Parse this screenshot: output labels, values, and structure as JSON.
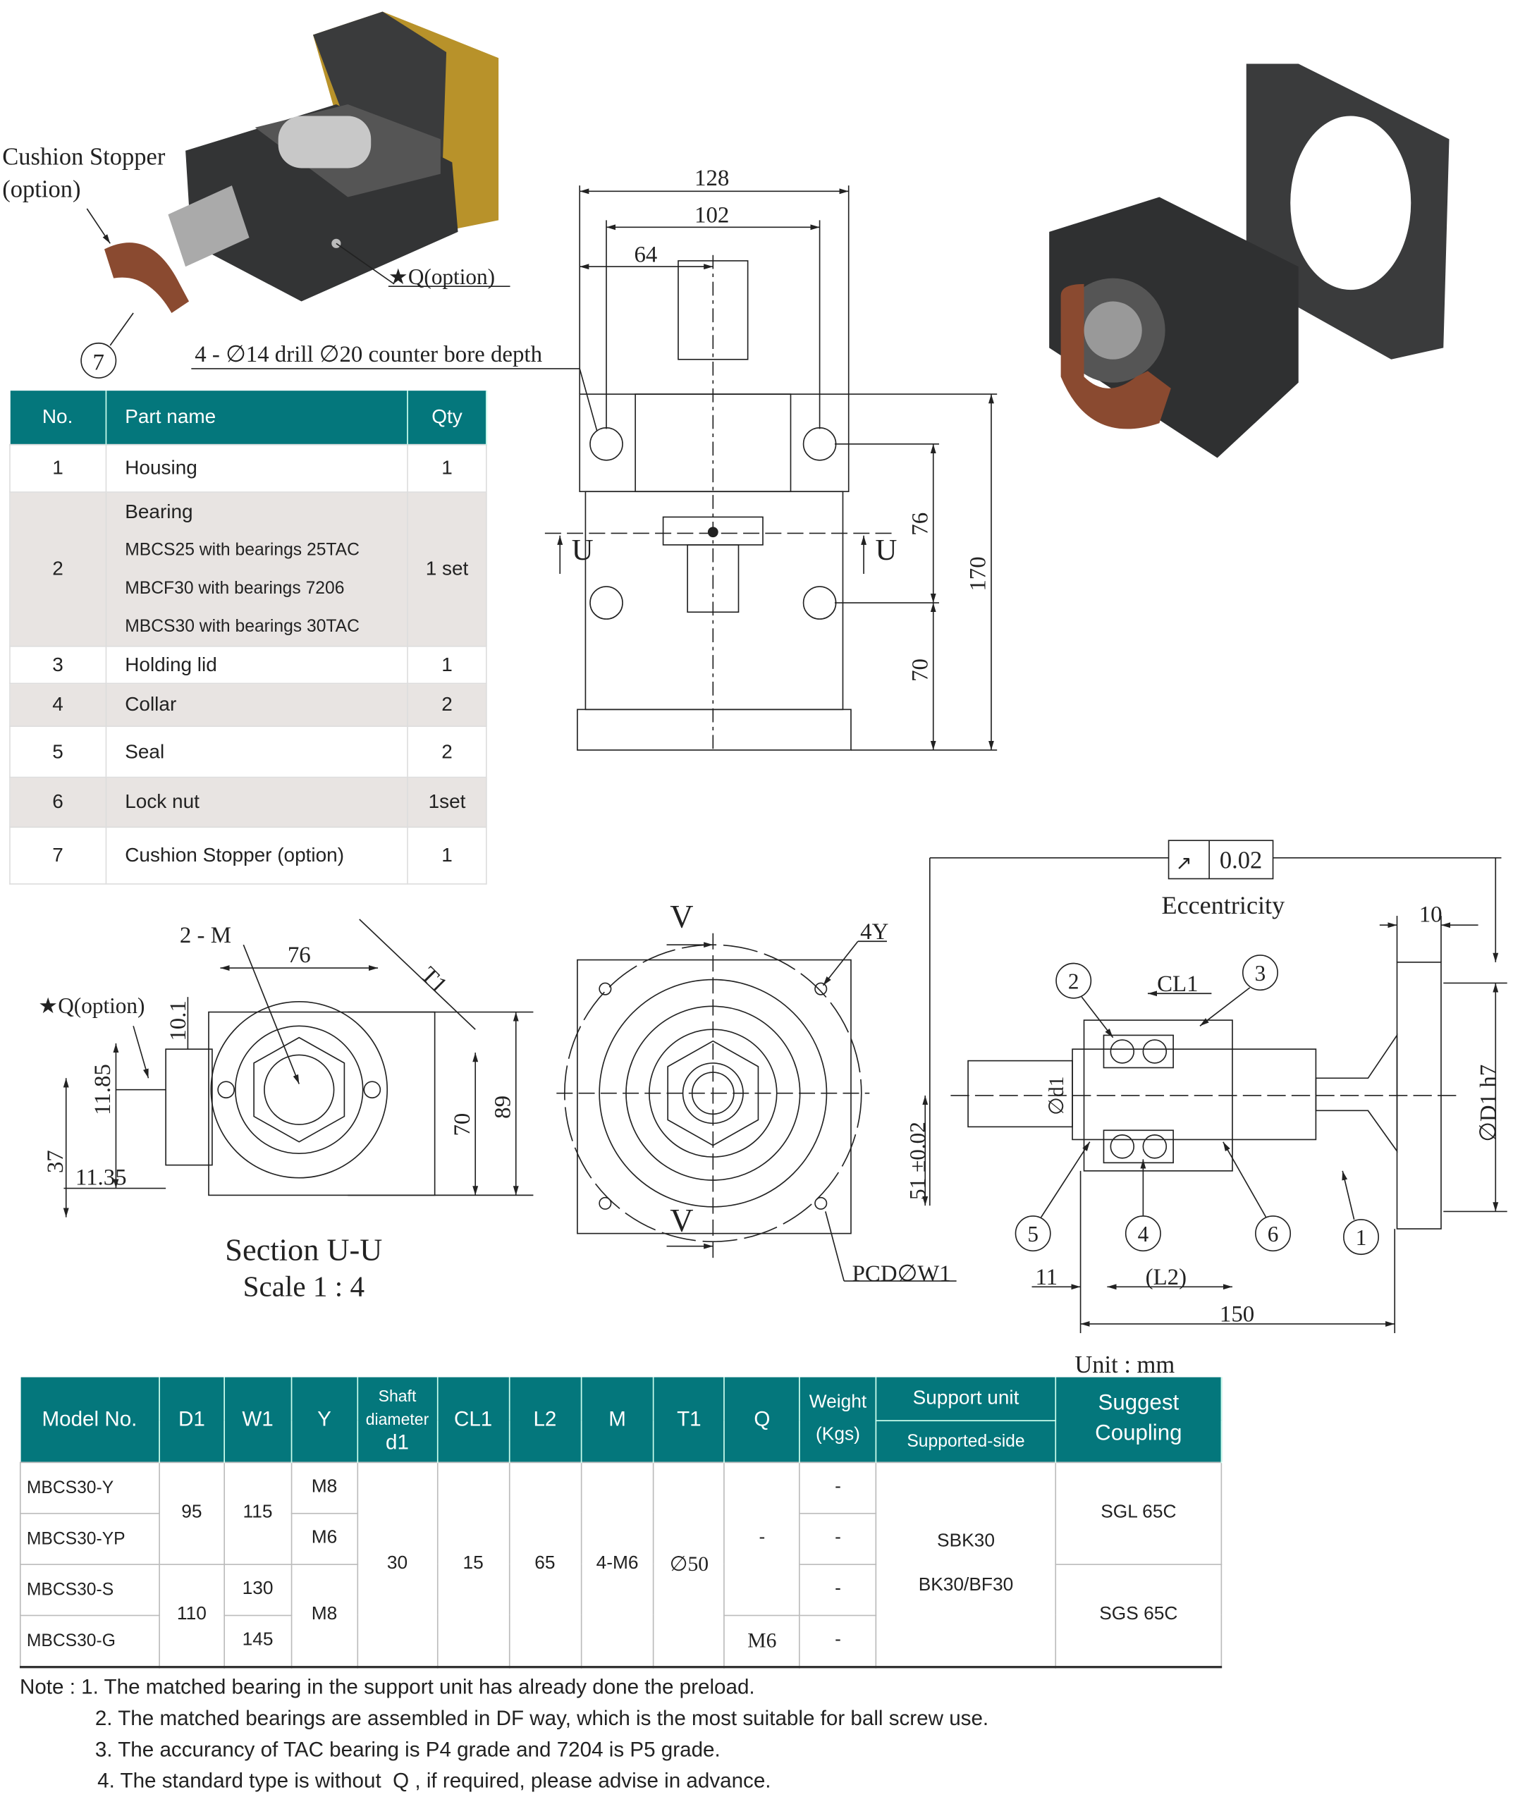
{
  "labels": {
    "cushion_stopper": "Cushion Stopper",
    "option": "(option)",
    "q_option": "★Q(option)",
    "balloon_7": "7",
    "drill_note": "4 - ∅14 drill ∅20 counter bore depth",
    "section_title": "Section U-U",
    "scale": "Scale 1 : 4",
    "eccentricity": "Eccentricity",
    "eccentricity_value": "0.02",
    "pcd": "PCD∅W1",
    "unit": "Unit : mm",
    "u": "U",
    "v": "V"
  },
  "dimensions": {
    "top": [
      "128",
      "102",
      "64",
      "76",
      "70",
      "170"
    ],
    "section": [
      "2 - M",
      "76",
      "T1",
      "10.1",
      "11.85",
      "37",
      "11.35",
      "70",
      "89"
    ],
    "front": [
      "4Y"
    ],
    "side": [
      "10",
      "CL1",
      "∅d1",
      "51 ±0.02",
      "∅D1 h7",
      "11",
      "(L2)",
      "150"
    ],
    "balloons": [
      "2",
      "3",
      "5",
      "4",
      "6",
      "1"
    ]
  },
  "parts_table": {
    "headers": [
      "No.",
      "Part name",
      "Qty"
    ],
    "rows": [
      {
        "no": "1",
        "name": "Housing",
        "qty": "1"
      },
      {
        "no": "2",
        "name": "Bearing",
        "sub": [
          "MBCS25 with bearings 25TAC",
          "MBCF30 with bearings 7206",
          "MBCS30 with bearings 30TAC"
        ],
        "qty": "1 set"
      },
      {
        "no": "3",
        "name": "Holding lid",
        "qty": "1"
      },
      {
        "no": "4",
        "name": "Collar",
        "qty": "2"
      },
      {
        "no": "5",
        "name": "Seal",
        "qty": "2"
      },
      {
        "no": "6",
        "name": "Lock nut",
        "qty": "1set"
      },
      {
        "no": "7",
        "name": "Cushion Stopper (option)",
        "qty": "1"
      }
    ]
  },
  "spec_table": {
    "headers": {
      "model": "Model No.",
      "d1": "D1",
      "w1": "W1",
      "y": "Y",
      "shaft": "Shaft",
      "diameter": "diameter",
      "shaft_d": "d1",
      "cl1": "CL1",
      "l2": "L2",
      "m": "M",
      "t1": "T1",
      "q": "Q",
      "weight": "Weight",
      "kgs": "(Kgs)",
      "support": "Support unit",
      "supported_side": "Supported-side",
      "suggest": "Suggest",
      "coupling": "Coupling"
    },
    "models": [
      "MBCS30-Y",
      "MBCS30-YP",
      "MBCS30-S",
      "MBCS30-G"
    ],
    "D1": [
      "95",
      "110"
    ],
    "W1": [
      "115",
      "130",
      "145"
    ],
    "Y": [
      "M8",
      "M6",
      "M8"
    ],
    "shaft_d1": "30",
    "CL1": "15",
    "L2": "65",
    "M": "4-M6",
    "T1": "∅50",
    "Q": [
      "-",
      "M6"
    ],
    "weight": [
      "-",
      "-",
      "-",
      "-"
    ],
    "support_unit": [
      "SBK30",
      "BK30/BF30"
    ],
    "coupling": [
      "SGL 65C",
      "SGS 65C"
    ]
  },
  "notes": [
    "Note : 1. The matched bearing in the support unit has already done the preload.",
    "2. The matched bearings are assembled in DF way, which is the most suitable for ball screw use.",
    "3. The accurancy of TAC bearing is P4 grade and 7204 is P5 grade.",
    "4. The standard type is without  Q , if required, please advise in advance."
  ],
  "colors": {
    "header_teal": "#04777c",
    "row_gray": "#e8e4e2",
    "housing_dark": "#3a3b3c",
    "cushion_brown": "#8a4a30",
    "motor_gold": "#b8922a"
  }
}
